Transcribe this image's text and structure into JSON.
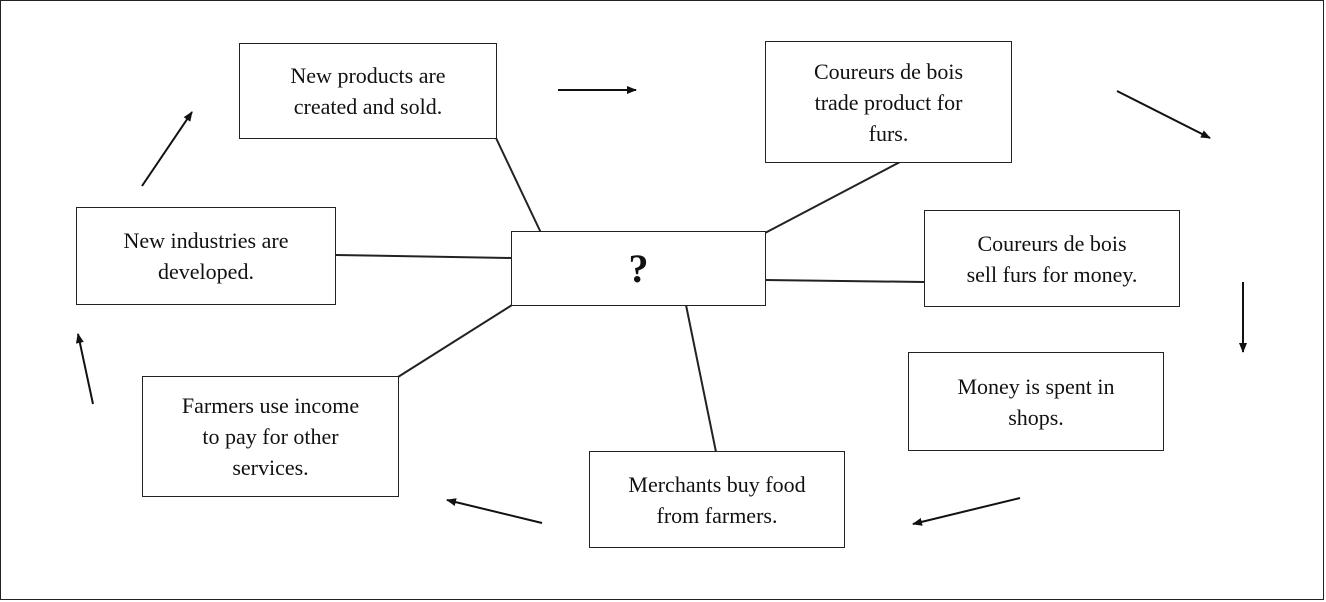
{
  "diagram": {
    "center_label": "?",
    "boxes": {
      "new_products": "New products are\ncreated and sold.",
      "coureurs_trade": "Coureurs de bois\ntrade product for\nfurs.",
      "coureurs_sell": "Coureurs de bois\nsell furs for money.",
      "money_spent": "Money is spent in\nshops.",
      "merchants_buy": "Merchants buy food\nfrom farmers.",
      "farmers_income": "Farmers use income\nto pay for other\nservices.",
      "new_industries": "New industries are\ndeveloped."
    }
  }
}
